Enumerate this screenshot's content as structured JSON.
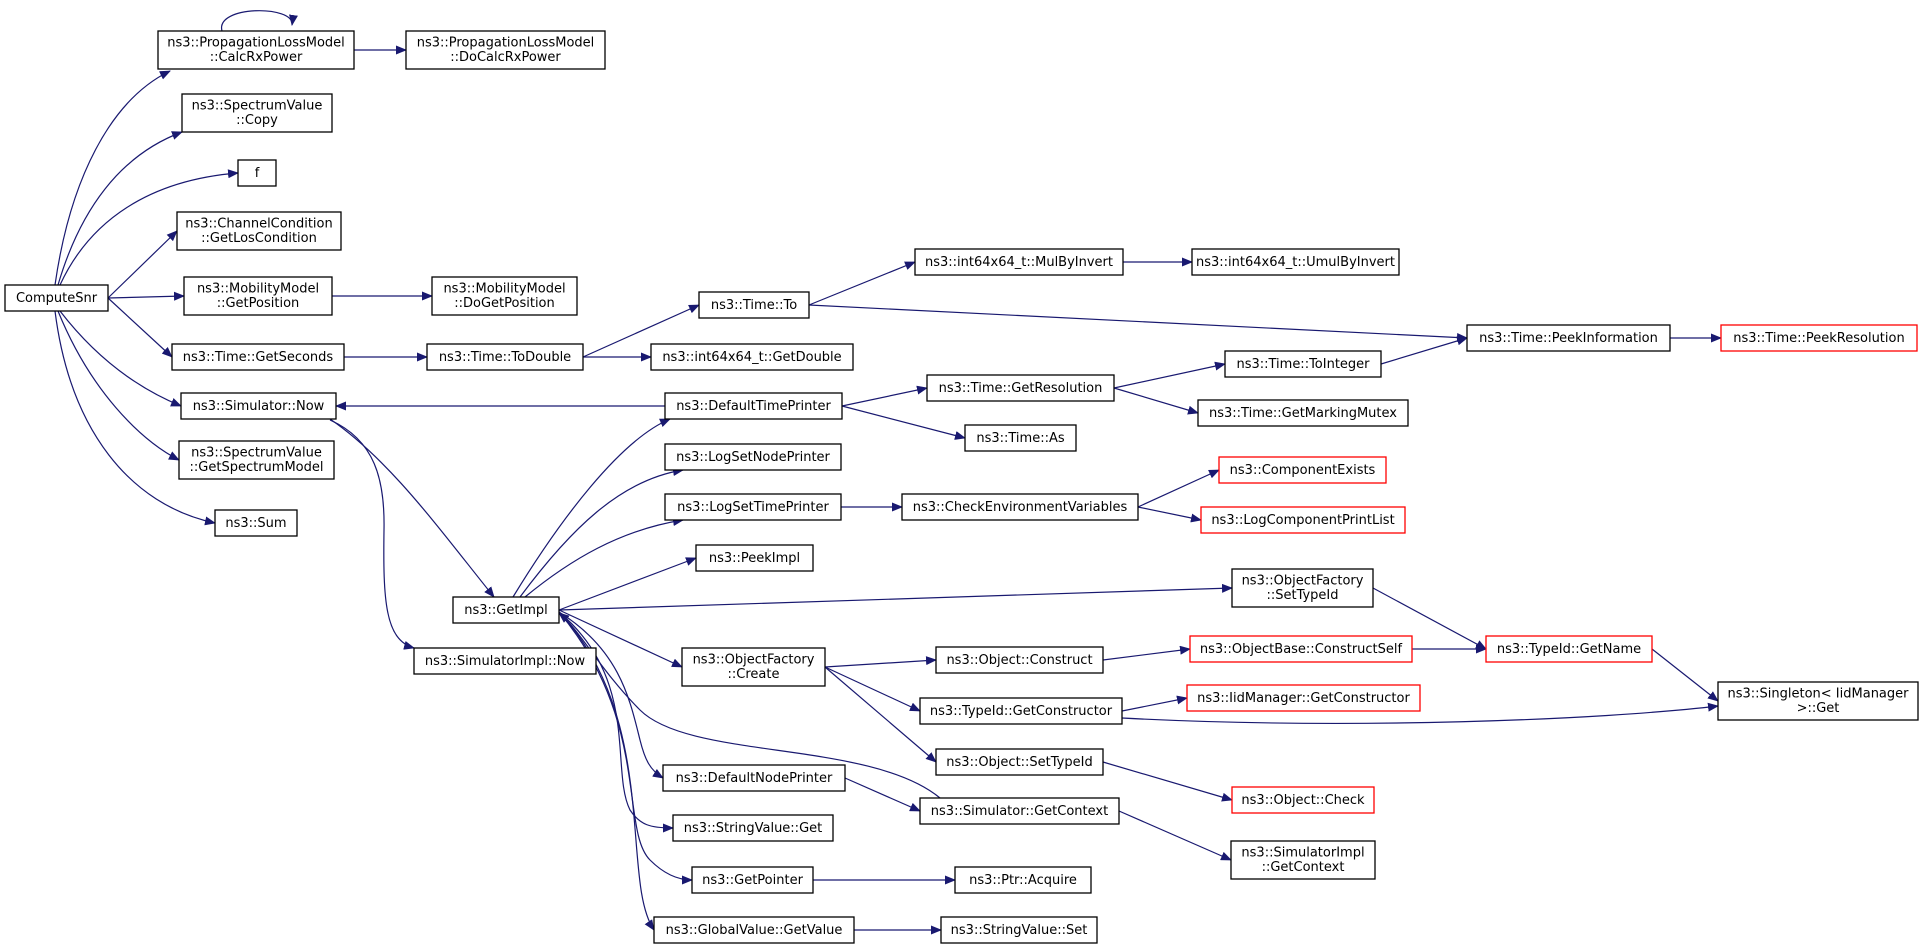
{
  "graph": {
    "colors": {
      "edge": "#191970",
      "node_border": "#000000",
      "truncated_border": "#ff0000",
      "root_fill": "#bfbfbf"
    },
    "nodes": [
      {
        "id": "n0",
        "lines": [
          "ComputeSnr"
        ],
        "style": "root"
      },
      {
        "id": "n1",
        "lines": [
          "ns3::PropagationLossModel",
          "::CalcRxPower"
        ],
        "style": "normal"
      },
      {
        "id": "n2",
        "lines": [
          "ns3::PropagationLossModel",
          "::DoCalcRxPower"
        ],
        "style": "normal"
      },
      {
        "id": "n3",
        "lines": [
          "ns3::SpectrumValue",
          "::Copy"
        ],
        "style": "normal"
      },
      {
        "id": "n4",
        "lines": [
          "f"
        ],
        "style": "normal"
      },
      {
        "id": "n5",
        "lines": [
          "ns3::ChannelCondition",
          "::GetLosCondition"
        ],
        "style": "normal"
      },
      {
        "id": "n6",
        "lines": [
          "ns3::MobilityModel",
          "::GetPosition"
        ],
        "style": "normal"
      },
      {
        "id": "n7",
        "lines": [
          "ns3::MobilityModel",
          "::DoGetPosition"
        ],
        "style": "normal"
      },
      {
        "id": "n8",
        "lines": [
          "ns3::Time::GetSeconds"
        ],
        "style": "normal"
      },
      {
        "id": "n9",
        "lines": [
          "ns3::Time::ToDouble"
        ],
        "style": "normal"
      },
      {
        "id": "n10",
        "lines": [
          "ns3::int64x64_t::GetDouble"
        ],
        "style": "normal"
      },
      {
        "id": "n11",
        "lines": [
          "ns3::Time::To"
        ],
        "style": "normal"
      },
      {
        "id": "n12",
        "lines": [
          "ns3::int64x64_t::MulByInvert"
        ],
        "style": "normal"
      },
      {
        "id": "n13",
        "lines": [
          "ns3::int64x64_t::UmulByInvert"
        ],
        "style": "normal"
      },
      {
        "id": "n14",
        "lines": [
          "ns3::Time::PeekInformation"
        ],
        "style": "normal"
      },
      {
        "id": "n15",
        "lines": [
          "ns3::Time::PeekResolution"
        ],
        "style": "truncated"
      },
      {
        "id": "n16",
        "lines": [
          "ns3::Simulator::Now"
        ],
        "style": "normal"
      },
      {
        "id": "n17",
        "lines": [
          "ns3::DefaultTimePrinter"
        ],
        "style": "normal"
      },
      {
        "id": "n18",
        "lines": [
          "ns3::Time::GetResolution"
        ],
        "style": "normal"
      },
      {
        "id": "n19",
        "lines": [
          "ns3::Time::ToInteger"
        ],
        "style": "normal"
      },
      {
        "id": "n20",
        "lines": [
          "ns3::Time::GetMarkingMutex"
        ],
        "style": "normal"
      },
      {
        "id": "n21",
        "lines": [
          "ns3::Time::As"
        ],
        "style": "normal"
      },
      {
        "id": "n22",
        "lines": [
          "ns3::SpectrumValue",
          "::GetSpectrumModel"
        ],
        "style": "normal"
      },
      {
        "id": "n23",
        "lines": [
          "ns3::LogSetNodePrinter"
        ],
        "style": "normal"
      },
      {
        "id": "n24",
        "lines": [
          "ns3::LogSetTimePrinter"
        ],
        "style": "normal"
      },
      {
        "id": "n25",
        "lines": [
          "ns3::CheckEnvironmentVariables"
        ],
        "style": "normal"
      },
      {
        "id": "n26",
        "lines": [
          "ns3::ComponentExists"
        ],
        "style": "truncated"
      },
      {
        "id": "n27",
        "lines": [
          "ns3::LogComponentPrintList"
        ],
        "style": "truncated"
      },
      {
        "id": "n28",
        "lines": [
          "ns3::Sum"
        ],
        "style": "normal"
      },
      {
        "id": "n29",
        "lines": [
          "ns3::PeekImpl"
        ],
        "style": "normal"
      },
      {
        "id": "n30",
        "lines": [
          "ns3::GetImpl"
        ],
        "style": "normal"
      },
      {
        "id": "n31",
        "lines": [
          "ns3::ObjectFactory",
          "::SetTypeId"
        ],
        "style": "normal"
      },
      {
        "id": "n32",
        "lines": [
          "ns3::SimulatorImpl::Now"
        ],
        "style": "normal"
      },
      {
        "id": "n33",
        "lines": [
          "ns3::ObjectFactory",
          "::Create"
        ],
        "style": "normal"
      },
      {
        "id": "n34",
        "lines": [
          "ns3::Object::Construct"
        ],
        "style": "normal"
      },
      {
        "id": "n35",
        "lines": [
          "ns3::ObjectBase::ConstructSelf"
        ],
        "style": "truncated"
      },
      {
        "id": "n36",
        "lines": [
          "ns3::TypeId::GetName"
        ],
        "style": "truncated"
      },
      {
        "id": "n37",
        "lines": [
          "ns3::Singleton< IidManager",
          ">::Get"
        ],
        "style": "normal"
      },
      {
        "id": "n38",
        "lines": [
          "ns3::TypeId::GetConstructor"
        ],
        "style": "normal"
      },
      {
        "id": "n39",
        "lines": [
          "ns3::IidManager::GetConstructor"
        ],
        "style": "truncated"
      },
      {
        "id": "n40",
        "lines": [
          "ns3::Object::SetTypeId"
        ],
        "style": "normal"
      },
      {
        "id": "n41",
        "lines": [
          "ns3::Object::Check"
        ],
        "style": "truncated"
      },
      {
        "id": "n42",
        "lines": [
          "ns3::DefaultNodePrinter"
        ],
        "style": "normal"
      },
      {
        "id": "n43",
        "lines": [
          "ns3::Simulator::GetContext"
        ],
        "style": "normal"
      },
      {
        "id": "n44",
        "lines": [
          "ns3::SimulatorImpl",
          "::GetContext"
        ],
        "style": "normal"
      },
      {
        "id": "n45",
        "lines": [
          "ns3::StringValue::Get"
        ],
        "style": "normal"
      },
      {
        "id": "n46",
        "lines": [
          "ns3::GetPointer"
        ],
        "style": "normal"
      },
      {
        "id": "n47",
        "lines": [
          "ns3::Ptr::Acquire"
        ],
        "style": "normal"
      },
      {
        "id": "n48",
        "lines": [
          "ns3::GlobalValue::GetValue"
        ],
        "style": "normal"
      },
      {
        "id": "n49",
        "lines": [
          "ns3::StringValue::Set"
        ],
        "style": "normal"
      }
    ],
    "edges": [
      [
        "n0",
        "n1"
      ],
      [
        "n1",
        "n1"
      ],
      [
        "n1",
        "n2"
      ],
      [
        "n0",
        "n3"
      ],
      [
        "n0",
        "n4"
      ],
      [
        "n0",
        "n5"
      ],
      [
        "n0",
        "n6"
      ],
      [
        "n6",
        "n7"
      ],
      [
        "n0",
        "n8"
      ],
      [
        "n8",
        "n9"
      ],
      [
        "n9",
        "n10"
      ],
      [
        "n9",
        "n11"
      ],
      [
        "n11",
        "n12"
      ],
      [
        "n12",
        "n13"
      ],
      [
        "n11",
        "n14"
      ],
      [
        "n14",
        "n15"
      ],
      [
        "n0",
        "n16"
      ],
      [
        "n17",
        "n16"
      ],
      [
        "n16",
        "n30"
      ],
      [
        "n16",
        "n32"
      ],
      [
        "n0",
        "n22"
      ],
      [
        "n0",
        "n28"
      ],
      [
        "n17",
        "n18"
      ],
      [
        "n18",
        "n19"
      ],
      [
        "n19",
        "n14"
      ],
      [
        "n18",
        "n20"
      ],
      [
        "n17",
        "n21"
      ],
      [
        "n30",
        "n17"
      ],
      [
        "n30",
        "n23"
      ],
      [
        "n30",
        "n24"
      ],
      [
        "n24",
        "n25"
      ],
      [
        "n25",
        "n26"
      ],
      [
        "n25",
        "n27"
      ],
      [
        "n30",
        "n29"
      ],
      [
        "n30",
        "n31"
      ],
      [
        "n31",
        "n36"
      ],
      [
        "n30",
        "n33"
      ],
      [
        "n33",
        "n34"
      ],
      [
        "n34",
        "n35"
      ],
      [
        "n35",
        "n36"
      ],
      [
        "n36",
        "n37"
      ],
      [
        "n33",
        "n38"
      ],
      [
        "n38",
        "n39"
      ],
      [
        "n38",
        "n37"
      ],
      [
        "n33",
        "n40"
      ],
      [
        "n40",
        "n41"
      ],
      [
        "n30",
        "n42"
      ],
      [
        "n42",
        "n43"
      ],
      [
        "n43",
        "n30"
      ],
      [
        "n43",
        "n44"
      ],
      [
        "n30",
        "n45"
      ],
      [
        "n30",
        "n46"
      ],
      [
        "n46",
        "n47"
      ],
      [
        "n30",
        "n48"
      ],
      [
        "n48",
        "n49"
      ]
    ]
  }
}
